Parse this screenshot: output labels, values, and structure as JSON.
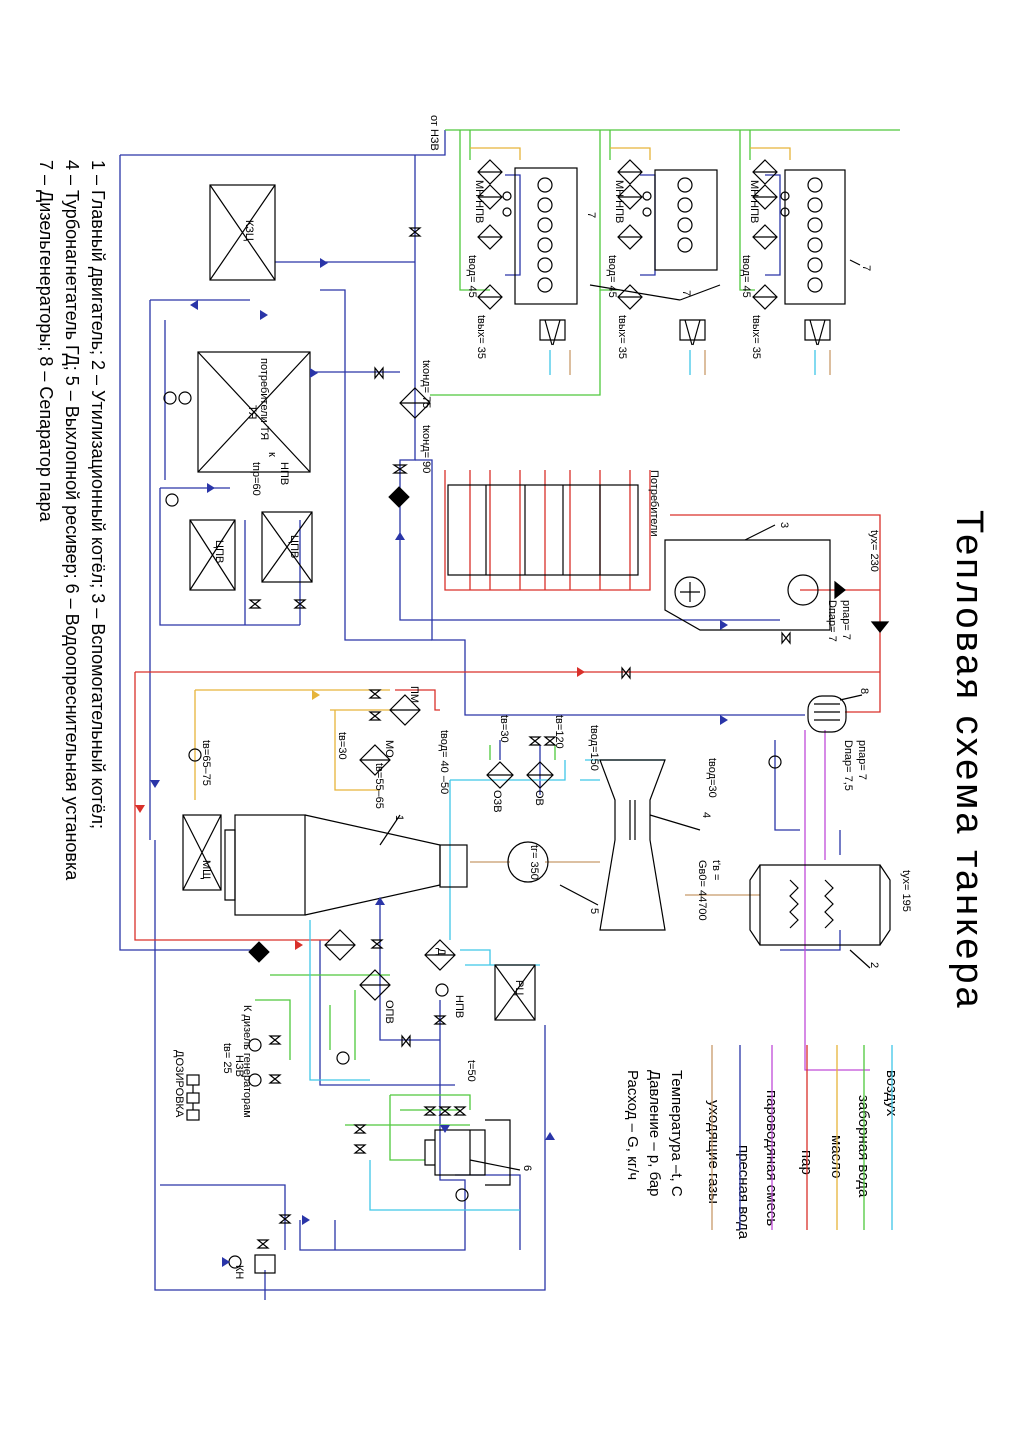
{
  "title": "Тепловая схема танкера",
  "legend": {
    "items": [
      {
        "label": "воздух",
        "color": "#3fc7e8"
      },
      {
        "label": "заборная вода",
        "color": "#4fc83c"
      },
      {
        "label": "масло",
        "color": "#e6b43a"
      },
      {
        "label": "пар",
        "color": "#d9302a"
      },
      {
        "label": "пароводяная смесь",
        "color": "#c04cd8"
      },
      {
        "label": "пресная вода",
        "color": "#2a35a8"
      },
      {
        "label": "уходящие газы",
        "color": "#c89a6a"
      }
    ],
    "notes": [
      "Температура –t, С",
      "Давление – p, бар",
      "Расход – G, кг/ч"
    ]
  },
  "footnotes": [
    "1 – Главный двигатель; 2 – Утилизационный котёл; 3 – Вспомогательный котёл;",
    "4 – Турбонагнетатель ГД; 5 – Выхлопной ресивер; 6 – Водоопреснительная установка",
    "7 – Дизельгенераторы; 8 – Сепаратор пара"
  ],
  "labels": {
    "from_nzv": "от НЗВ",
    "mn_npv": "МН НПВ",
    "t_vodh45": "tвод= 45",
    "t_vykh35": "tвых= 35",
    "potrebiteli_tya": "потребители ТЯ",
    "t_kond_75": "tконд= 75",
    "t_kond_90": "tконд= 90",
    "potrebiteli": "Потребители",
    "kzts": "КЗЦ",
    "tya": "ТЯ",
    "tpr_60": "tпр=60",
    "npv": "НПВ",
    "k": "к",
    "tspv": "ЦПВ",
    "pm": "ПМ",
    "mo": "МО",
    "tv_30": "tв=30",
    "tv_30b": "tв=30",
    "tv_55_65": "tв=55–65",
    "tv_65_75": "tв=65–75",
    "mshch": "МЩ",
    "t_vod_40_50": "tвод= 40 –50",
    "t_vod_120": "tв=120",
    "t_vod_150": "tвод=150",
    "t_vod_30": "tвод=30",
    "ozv": "ОЗВ",
    "ov": "ОВ",
    "tg_350": "tг= 350",
    "num1": "1",
    "num2": "2",
    "num3": "3",
    "num4": "4",
    "num5": "5",
    "num6": "6",
    "num7": "7",
    "num8": "8",
    "t_ukh_230": "tух= 230",
    "p_par_7": "pпар= 7",
    "d_par_7": "Dпар= 7",
    "p_par_75": "pпар= 7",
    "d_par_75": "Dпар= 7,5",
    "t_ukh_195": "tух= 195",
    "t_v_gv": "t'в =",
    "d_gv": "Gв0= 44700",
    "opv": "ОПВ",
    "npv2": "НПВ",
    "d": "Д",
    "rts": "РЦ",
    "k_dizel": "К дизель генераторам",
    "nzv": "НЗВ",
    "dv_25": "tв= 25",
    "kn": "КН",
    "t_50": "t=50",
    "dozirovka": "ДОЗИРОВКА"
  }
}
